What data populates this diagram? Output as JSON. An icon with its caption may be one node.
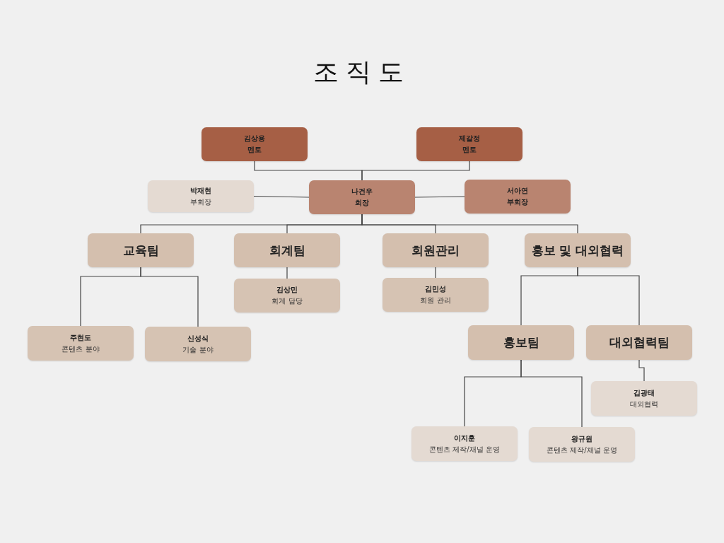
{
  "diagram": {
    "title": "조직도",
    "nodes": [
      {
        "text": [
          "김상용",
          "멘토"
        ]
      },
      {
        "text": [
          "제갈정",
          "멘토"
        ]
      },
      {
        "text": [
          "박재현",
          "부회장"
        ]
      },
      {
        "text": [
          "나건우",
          "회장"
        ]
      },
      {
        "text": [
          "서아연",
          "부회장"
        ]
      },
      {
        "text": [
          "교육팀"
        ]
      },
      {
        "text": [
          "회계팀"
        ]
      },
      {
        "text": [
          "회원관리"
        ]
      },
      {
        "text": [
          "홍보 및 대외협력"
        ]
      },
      {
        "text": [
          "김상민",
          "회계 담당"
        ]
      },
      {
        "text": [
          "김민성",
          "회원 관리"
        ]
      },
      {
        "text": [
          "주현도",
          "콘텐츠 분야"
        ]
      },
      {
        "text": [
          "신성식",
          "기술 분야"
        ]
      },
      {
        "text": [
          "홍보팀"
        ]
      },
      {
        "text": [
          "대외협력팀"
        ]
      },
      {
        "text": [
          "김광태",
          "대외협력"
        ]
      },
      {
        "text": [
          "이지훈",
          "콘텐츠 제작/채널 운영"
        ]
      },
      {
        "text": [
          "왕규원",
          "콘텐츠 제작/채널 운영"
        ]
      }
    ],
    "edges": [
      {
        "from": 0,
        "to": 3,
        "arrow": "none"
      },
      {
        "from": 1,
        "to": 3,
        "arrow": "none"
      },
      {
        "from": 3,
        "to": 2,
        "arrow": "none"
      },
      {
        "from": 3,
        "to": 4,
        "arrow": "none"
      },
      {
        "from": 3,
        "to": 5,
        "arrow": "none"
      },
      {
        "from": 3,
        "to": 6,
        "arrow": "none"
      },
      {
        "from": 3,
        "to": 7,
        "arrow": "none"
      },
      {
        "from": 3,
        "to": 8,
        "arrow": "none"
      },
      {
        "from": 5,
        "to": 11,
        "arrow": "none"
      },
      {
        "from": 5,
        "to": 12,
        "arrow": "none"
      },
      {
        "from": 6,
        "to": 9,
        "arrow": "none"
      },
      {
        "from": 7,
        "to": 10,
        "arrow": "none"
      },
      {
        "from": 8,
        "to": 13,
        "arrow": "none"
      },
      {
        "from": 8,
        "to": 14,
        "arrow": "none"
      },
      {
        "from": 13,
        "to": 16,
        "arrow": "none"
      },
      {
        "from": 13,
        "to": 17,
        "arrow": "none"
      },
      {
        "from": 14,
        "to": 15,
        "arrow": "none"
      }
    ]
  }
}
